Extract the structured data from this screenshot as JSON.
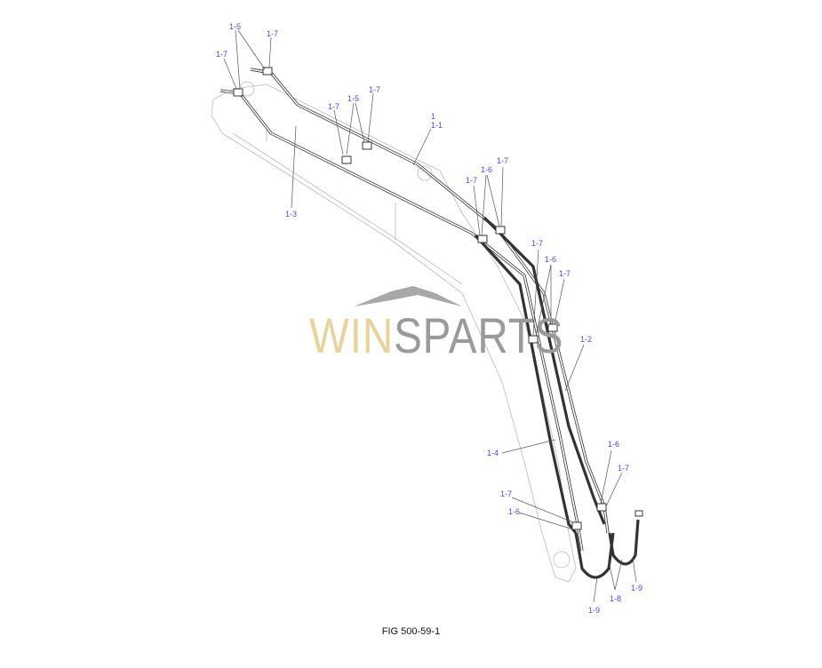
{
  "figure": {
    "caption": "FIG 500-59-1",
    "watermark": {
      "part1": "WIN",
      "part2": "SPARTS",
      "color1": "#e9d39c",
      "color2": "#9a9a9a"
    },
    "labels": [
      "1-5",
      "1-7",
      "1-7",
      "1-7",
      "1-5",
      "1-7",
      "1",
      "1-1",
      "1-3",
      "1-7",
      "1-6",
      "1-7",
      "1-7",
      "1-6",
      "1-7",
      "1-2",
      "1-4",
      "1-6",
      "1-7",
      "1-7",
      "1-6",
      "1-9",
      "1-8",
      "1-9"
    ],
    "label_color": "#4a4ae0"
  }
}
